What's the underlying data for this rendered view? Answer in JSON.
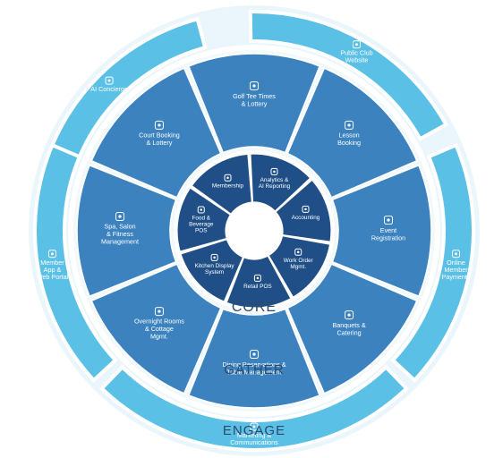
{
  "titles": {
    "core": "CORE",
    "gather": "GATHER",
    "engage": "ENGAGE"
  },
  "colors": {
    "engage_fill": "#5bc0e6",
    "engage_bg": "#eaf6fc",
    "gather_fill": "#3b82bf",
    "core_fill": "#1f4f86",
    "title_color": "#2c4a6b"
  },
  "engage_items": [
    {
      "lines": [
        "AI Concierge"
      ],
      "icon": "robot-icon"
    },
    {
      "lines": [
        "Public Club",
        "Website"
      ],
      "icon": "globe-icon"
    },
    {
      "lines": [
        "Online",
        "Member",
        "Payments"
      ],
      "icon": "dollar-icon"
    },
    {
      "lines": [
        "Marketing &",
        "Communications"
      ],
      "icon": "megaphone-icon"
    },
    {
      "lines": [
        "Member",
        "App &",
        "Web Portal"
      ],
      "icon": "phone-icon"
    }
  ],
  "gather_items": [
    {
      "lines": [
        "Golf Tee Times",
        "& Lottery"
      ],
      "icon": "golf-icon"
    },
    {
      "lines": [
        "Lesson",
        "Booking"
      ],
      "icon": "calendar-icon"
    },
    {
      "lines": [
        "Event",
        "Registration"
      ],
      "icon": "ticket-icon"
    },
    {
      "lines": [
        "Banquets &",
        "Catering"
      ],
      "icon": "cloche-icon"
    },
    {
      "lines": [
        "Dining Reservations &",
        "Table Management"
      ],
      "icon": "dining-icon"
    },
    {
      "lines": [
        "Overnight Rooms",
        "& Cottage",
        "Mgmt."
      ],
      "icon": "bed-icon"
    },
    {
      "lines": [
        "Spa, Salon",
        "& Fitness",
        "Management"
      ],
      "icon": "spa-icon"
    },
    {
      "lines": [
        "Court Booking",
        "& Lottery"
      ],
      "icon": "racket-icon"
    }
  ],
  "core_items": [
    {
      "lines": [
        "Analytics &",
        "AI Reporting"
      ],
      "icon": "chart-icon"
    },
    {
      "lines": [
        "Accounting"
      ],
      "icon": "calculator-icon"
    },
    {
      "lines": [
        "Work Order",
        "Mgmt."
      ],
      "icon": "wrench-icon"
    },
    {
      "lines": [
        "Retail POS"
      ],
      "icon": "tag-icon"
    },
    {
      "lines": [
        "Kitchen Display",
        "System"
      ],
      "icon": "monitor-icon"
    },
    {
      "lines": [
        "Food &",
        "Beverage",
        "POS"
      ],
      "icon": "cup-icon"
    },
    {
      "lines": [
        "Membership"
      ],
      "icon": "members-icon"
    }
  ]
}
